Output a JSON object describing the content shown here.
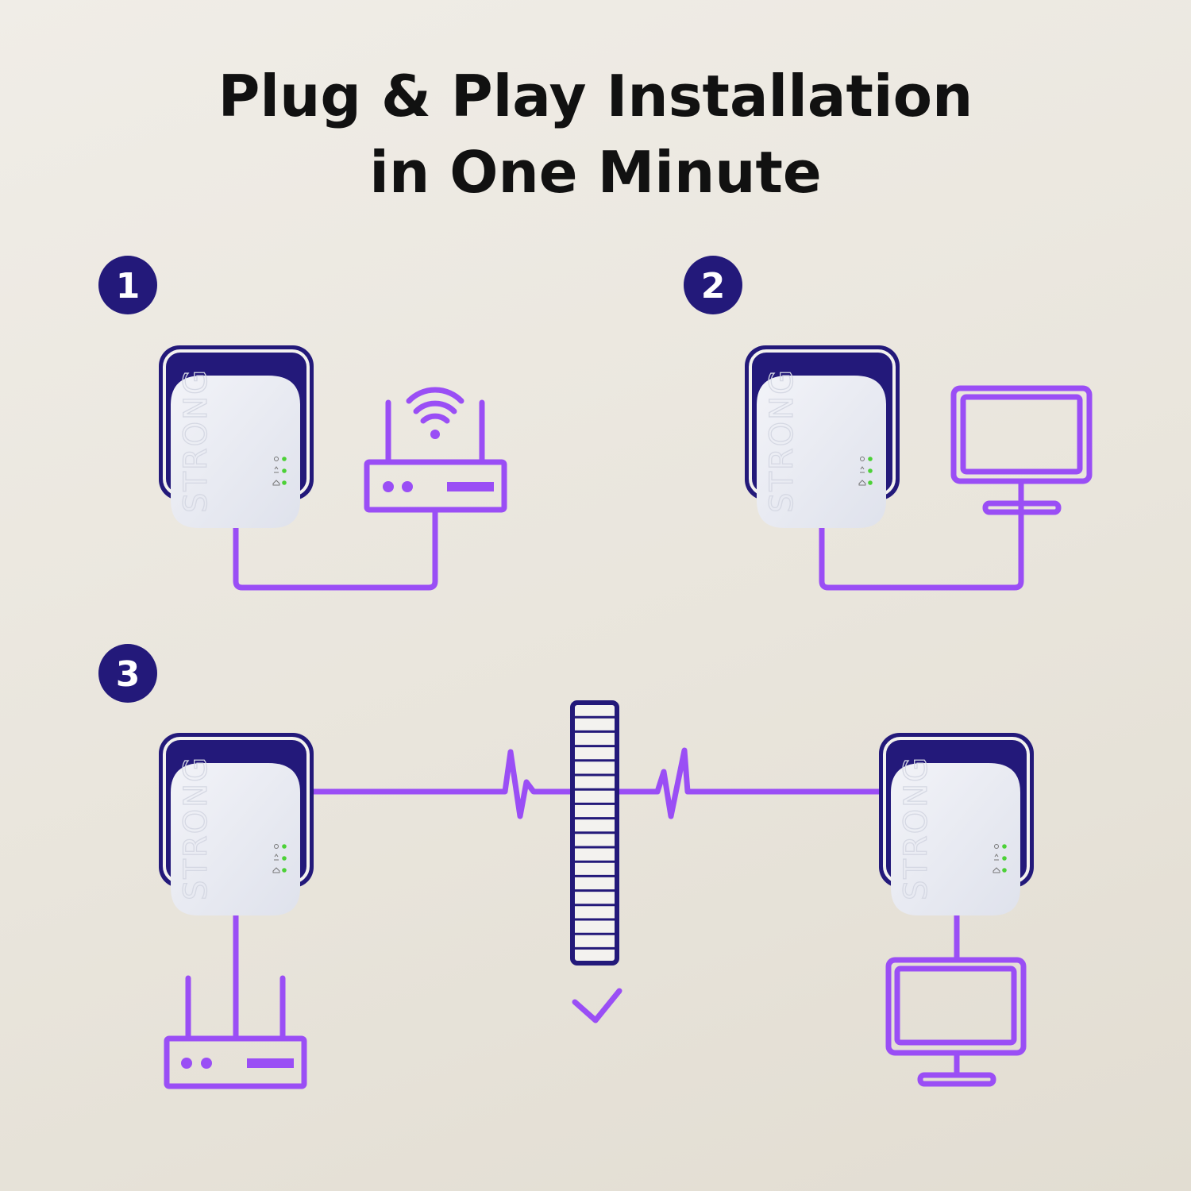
{
  "title": {
    "line1": "Plug & Play Installation",
    "line2": "in One Minute"
  },
  "steps": [
    {
      "number": "1",
      "device": "router-icon"
    },
    {
      "number": "2",
      "device": "monitor-icon"
    },
    {
      "number": "3",
      "devices": [
        "router-icon",
        "wall-icon",
        "check-icon",
        "monitor-icon"
      ]
    }
  ],
  "adapter": {
    "brand": "STRONG",
    "leds": [
      "power-icon",
      "network-icon",
      "home-icon"
    ]
  },
  "colors": {
    "accent": "#9a4ef5",
    "navy": "#23197a",
    "led": "#4cd137",
    "background": "#ebe7df"
  }
}
